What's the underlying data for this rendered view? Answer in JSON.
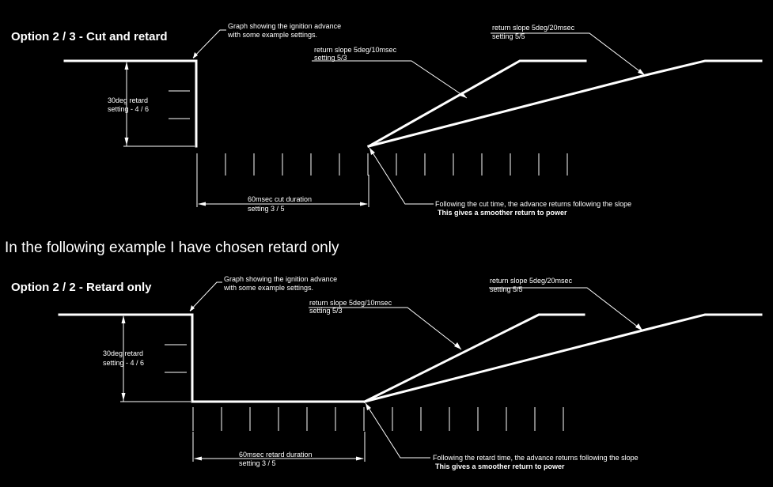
{
  "option_cut": {
    "heading": "Option 2 / 3 - Cut and retard",
    "graph_note_1": "Graph showing the ignition advance",
    "graph_note_2": "with some example settings.",
    "retard_label_1": "30deg retard",
    "retard_label_2": "setting - 4 / 6",
    "duration_label_1": "60msec cut duration",
    "duration_label_2": "setting 3 / 5",
    "slope_fast_1": "return slope 5deg/10msec",
    "slope_fast_2": "setting 5/3",
    "slope_slow_1": "return slope 5deg/20msec",
    "slope_slow_2": "setting 5/5",
    "follow_1": "Following the cut time, the advance returns following the slope",
    "follow_2": "This gives a smoother return to power"
  },
  "middle_text": "In the following example I have chosen retard only",
  "option_retard": {
    "heading": "Option 2 / 2 - Retard only",
    "graph_note_1": "Graph showing the ignition advance",
    "graph_note_2": "with some example settings.",
    "retard_label_1": "30deg retard",
    "retard_label_2": "setting - 4 / 6",
    "duration_label_1": "60msec retard duration",
    "duration_label_2": "setting 3 / 5",
    "slope_fast_1": "return slope 5deg/10msec",
    "slope_fast_2": "setting 5/3",
    "slope_slow_1": "return slope 5deg/20msec",
    "slope_slow_2": "setting 5/5",
    "follow_1": "Following the retard time, the advance returns following the slope",
    "follow_2": "This gives a smoother return to power"
  },
  "colors": {
    "background": "#000000",
    "line": "#ffffff"
  }
}
